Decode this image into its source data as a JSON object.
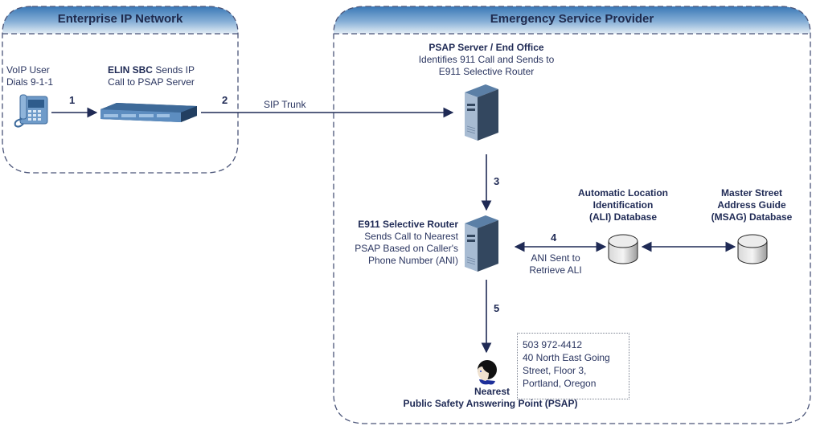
{
  "zones": {
    "enterprise": {
      "title": "Enterprise IP Network"
    },
    "provider": {
      "title": "Emergency Service Provider"
    }
  },
  "nodes": {
    "voip_user": {
      "line1": "VoIP User",
      "line2": "Dials 9-1-1",
      "icon": "desk-phone-icon"
    },
    "elin_sbc": {
      "bold": "ELIN SBC",
      "line1_rest": " Sends IP",
      "line2": "Call to PSAP Server",
      "icon": "sbc-device-icon"
    },
    "psap_server": {
      "title": "PSAP Server / End Office",
      "line1": "Identifies 911 Call and Sends to",
      "line2": "E911 Selective Router",
      "icon": "server-icon"
    },
    "selective_router": {
      "title": "E911 Selective Router",
      "line1": "Sends Call to Nearest",
      "line2": "PSAP Based on Caller's",
      "line3": "Phone Number (ANI)",
      "icon": "server-icon"
    },
    "ali_db": {
      "line1": "Automatic Location",
      "line2": "Identification",
      "line3": "(ALI) Database",
      "icon": "database-icon"
    },
    "msag_db": {
      "line1": "Master Street",
      "line2": "Address Guide",
      "line3": "(MSAG) Database",
      "icon": "database-icon"
    },
    "psap": {
      "line1": "Nearest",
      "line2": "Public Safety Answering Point (PSAP)",
      "icon": "operator-person-icon"
    }
  },
  "steps": {
    "s1": "1",
    "s2": "2",
    "s3": "3",
    "s4": "4",
    "s5": "5"
  },
  "links": {
    "sip_trunk": "SIP Trunk",
    "ani_line1": "ANI Sent to",
    "ani_line2": "Retrieve ALI"
  },
  "address_card": {
    "line1": "503 972-4412",
    "line2": "40 North East Going",
    "line3": "Street, Floor 3,",
    "line4": "Portland, Oregon"
  },
  "colors": {
    "header_top": "#3c7ab8",
    "header_bottom": "#dbe8f4",
    "line": "#1f2a55",
    "dash": "#4a5478"
  }
}
